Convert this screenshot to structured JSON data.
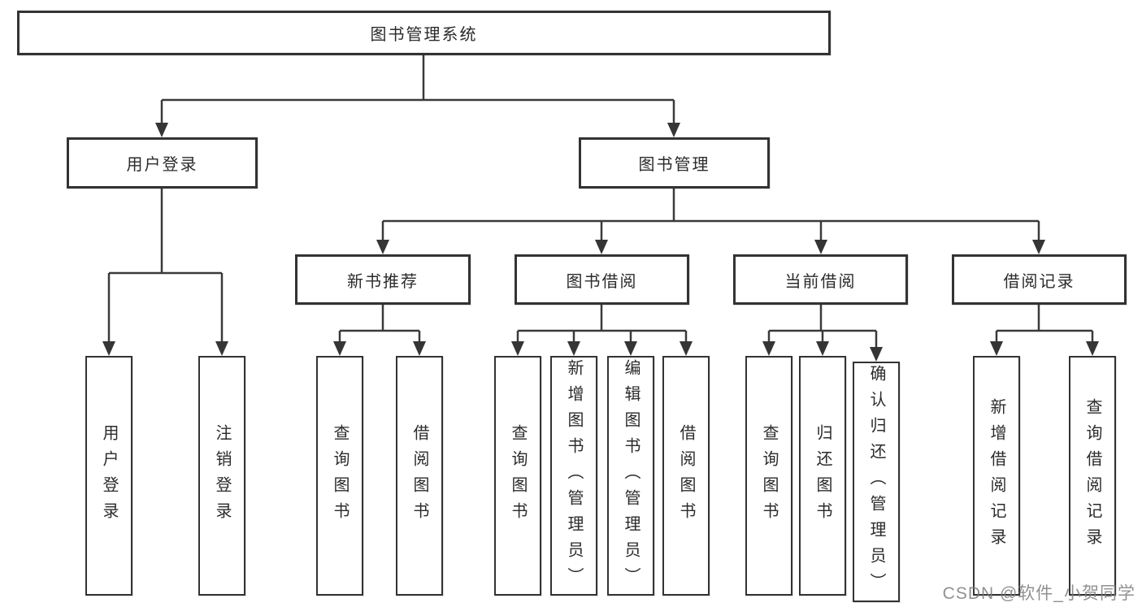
{
  "tree": {
    "label": "图书管理系统",
    "children": [
      {
        "label": "用户登录",
        "children": [
          {
            "label": "用户登录"
          },
          {
            "label": "注销登录"
          }
        ]
      },
      {
        "label": "图书管理",
        "children": [
          {
            "label": "新书推荐",
            "children": [
              {
                "label": "查询图书"
              },
              {
                "label": "借阅图书"
              }
            ]
          },
          {
            "label": "图书借阅",
            "children": [
              {
                "label": "查询图书"
              },
              {
                "label": "新增图书（管理员）"
              },
              {
                "label": "编辑图书（管理员）"
              },
              {
                "label": "借阅图书"
              }
            ]
          },
          {
            "label": "当前借阅",
            "children": [
              {
                "label": "查询图书"
              },
              {
                "label": "归还图书"
              },
              {
                "label": "确认归还（管理员）"
              }
            ]
          },
          {
            "label": "借阅记录",
            "children": [
              {
                "label": "新增借阅记录"
              },
              {
                "label": "查询借阅记录"
              }
            ]
          }
        ]
      }
    ]
  },
  "watermark": {
    "text": "CSDN @软件_小贺同学"
  },
  "colors": {
    "line": "#3a3a3a",
    "border": "#333333",
    "text": "#2b2b2b",
    "watermark": "#7d7d7d",
    "background": "#ffffff"
  }
}
